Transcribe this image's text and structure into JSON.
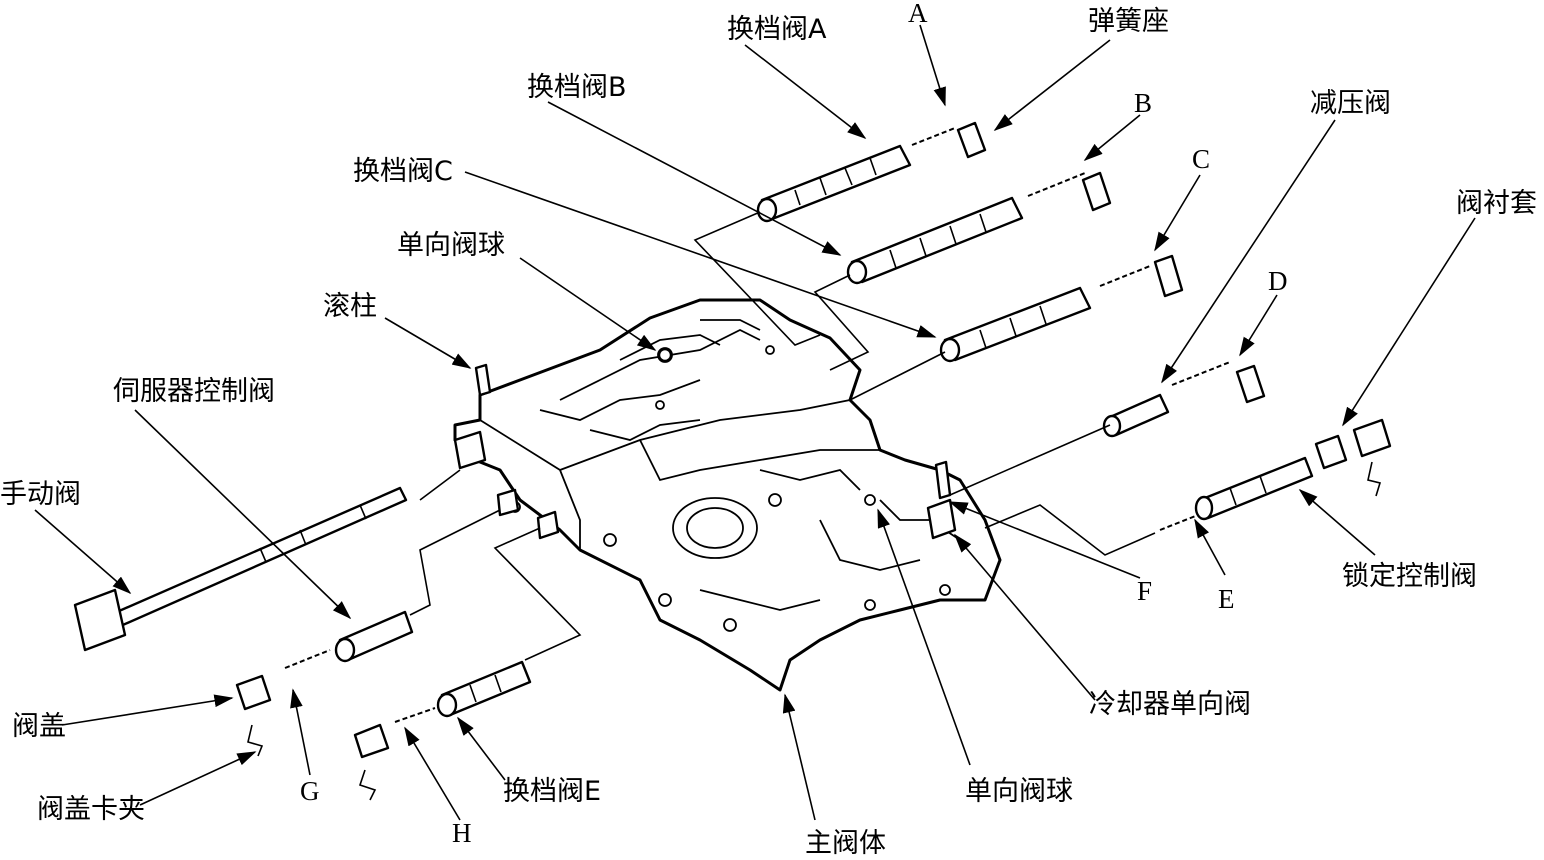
{
  "diagram": {
    "labels": {
      "shift_valve_a": "换档阀A",
      "shift_valve_b": "换档阀B",
      "shift_valve_c": "换档阀C",
      "shift_valve_e": "换档阀E",
      "letter_a": "A",
      "letter_b": "B",
      "letter_c": "C",
      "letter_d": "D",
      "letter_e": "E",
      "letter_f": "F",
      "letter_g": "G",
      "letter_h": "H",
      "spring_seat": "弹簧座",
      "pressure_reducing_valve": "减压阀",
      "valve_sleeve": "阀衬套",
      "check_ball_top": "单向阀球",
      "check_ball_bottom": "单向阀球",
      "roller": "滚柱",
      "servo_control_valve": "伺服器控制阀",
      "manual_valve": "手动阀",
      "lockup_control_valve": "锁定控制阀",
      "cooler_check_valve": "冷却器单向阀",
      "valve_cap": "阀盖",
      "valve_cap_clip": "阀盖卡夹",
      "main_valve_body": "主阀体"
    }
  }
}
